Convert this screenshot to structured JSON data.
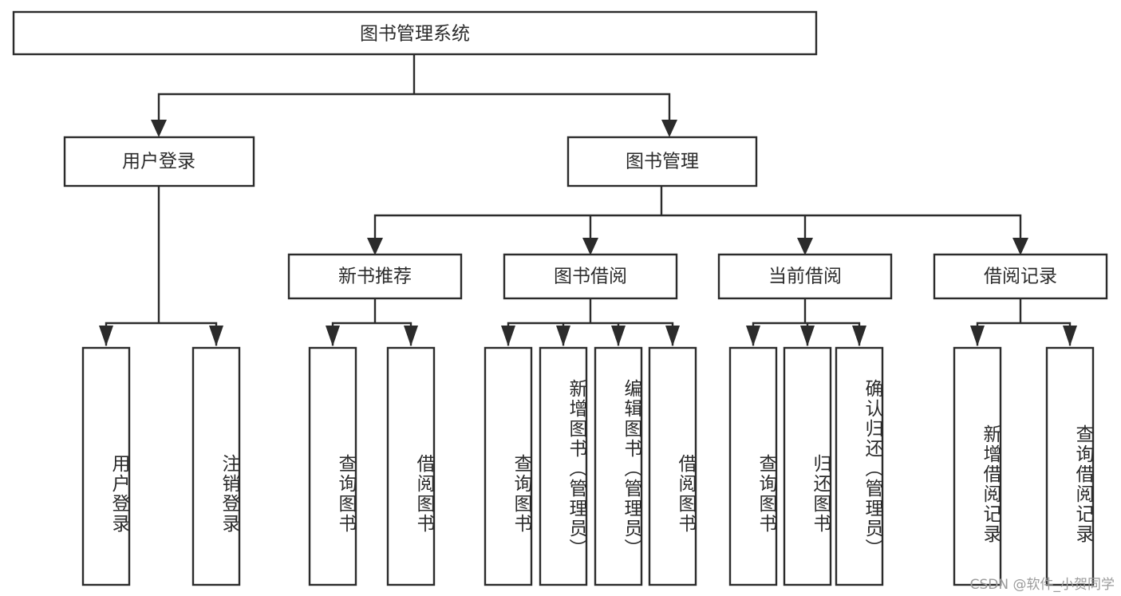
{
  "diagram": {
    "title": "图书管理系统",
    "type": "tree-hierarchy-diagram",
    "colors": {
      "box_stroke": "#2b2b2b",
      "box_fill": "#ffffff",
      "connector": "#2b2b2b",
      "text": "#2b2b2b",
      "watermark": "#9b9b9b",
      "background": "#ffffff"
    },
    "root": {
      "label": "图书管理系统"
    },
    "level2": [
      {
        "label": "用户登录"
      },
      {
        "label": "图书管理"
      }
    ],
    "level3": [
      {
        "label": "新书推荐"
      },
      {
        "label": "图书借阅"
      },
      {
        "label": "当前借阅"
      },
      {
        "label": "借阅记录"
      }
    ],
    "leaves": {
      "user_login": [
        {
          "label": "用户登录"
        },
        {
          "label": "注销登录"
        }
      ],
      "new_book_recommend": [
        {
          "label": "查询图书"
        },
        {
          "label": "借阅图书"
        }
      ],
      "book_borrow": [
        {
          "label": "查询图书"
        },
        {
          "label": "新增图书（管理员）"
        },
        {
          "label": "编辑图书（管理员）"
        },
        {
          "label": "借阅图书"
        }
      ],
      "current_borrow": [
        {
          "label": "查询图书"
        },
        {
          "label": "归还图书"
        },
        {
          "label": "确认归还（管理员）"
        }
      ],
      "borrow_record": [
        {
          "label": "新增借阅记录"
        },
        {
          "label": "查询借阅记录"
        }
      ]
    }
  },
  "watermark": {
    "text": "CSDN @软件_小贺同学"
  }
}
